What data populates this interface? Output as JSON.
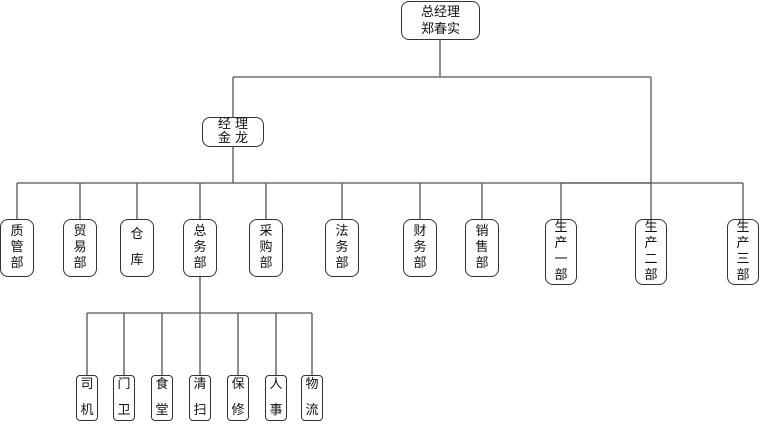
{
  "chart_data": {
    "type": "org-chart",
    "root": {
      "title": "总经理",
      "name": "郑春实",
      "children": [
        {
          "title": "经 理",
          "name": "金 龙",
          "children": [
            {
              "label": "质管部"
            },
            {
              "label": "贸易部"
            },
            {
              "label": "仓库"
            },
            {
              "label": "总务部",
              "children": [
                {
                  "label": "司机"
                },
                {
                  "label": "门卫"
                },
                {
                  "label": "食堂"
                },
                {
                  "label": "清扫"
                },
                {
                  "label": "保修"
                },
                {
                  "label": "人事"
                },
                {
                  "label": "物流"
                }
              ]
            },
            {
              "label": "采购部"
            },
            {
              "label": "法务部"
            },
            {
              "label": "财务部"
            },
            {
              "label": "销售部"
            }
          ]
        },
        {
          "label": "生产一部"
        },
        {
          "label": "生产二部"
        },
        {
          "label": "生产三部"
        }
      ]
    }
  },
  "ceo": {
    "title": "总经理",
    "name": "郑春实"
  },
  "manager": {
    "title": "经 理",
    "name": "金 龙"
  },
  "departments": [
    "质管部",
    "贸易部",
    "仓库",
    "总务部",
    "采购部",
    "法务部",
    "财务部",
    "销售部"
  ],
  "production": [
    "生产一部",
    "生产二部",
    "生产三部"
  ],
  "general_affairs_units": [
    "司机",
    "门卫",
    "食堂",
    "清扫",
    "保修",
    "人事",
    "物流"
  ],
  "colors": {
    "line": "#555555",
    "border": "#333333",
    "text": "#111111"
  }
}
